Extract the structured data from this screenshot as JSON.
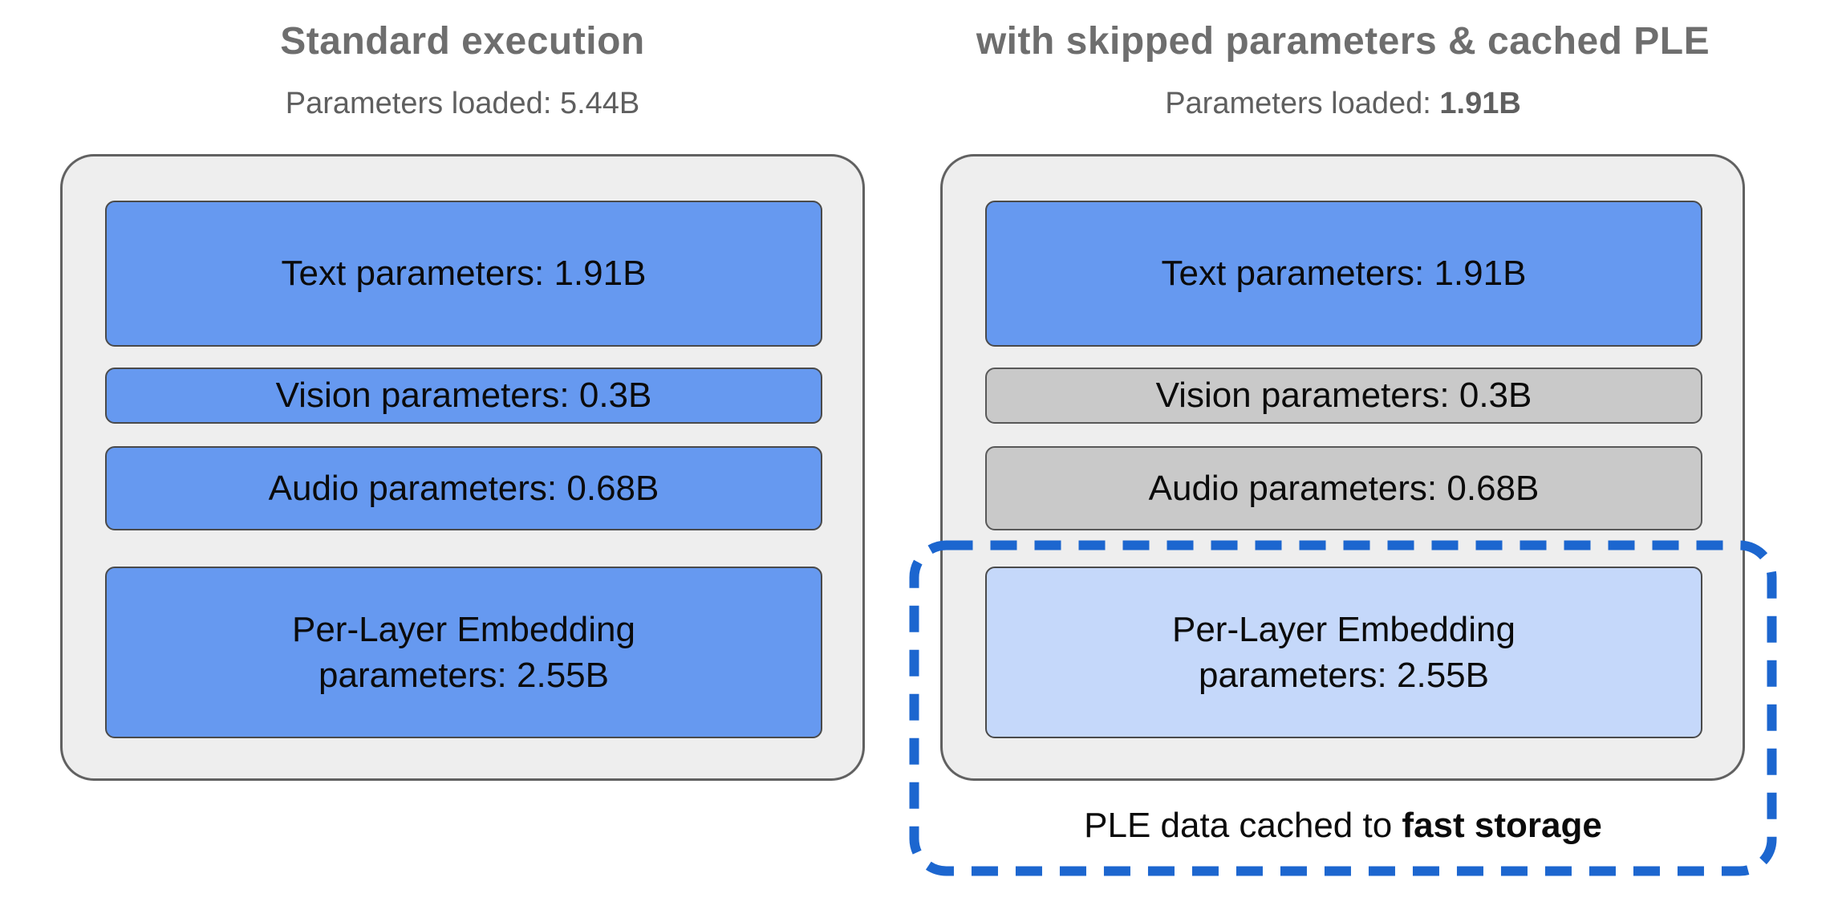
{
  "panels": [
    {
      "title": "Standard execution",
      "subtitle_prefix": "Parameters loaded: ",
      "subtitle_value": "5.44B",
      "boxes": [
        {
          "label": "Text parameters: 1.91B",
          "state": "loaded"
        },
        {
          "label": "Vision parameters: 0.3B",
          "state": "loaded"
        },
        {
          "label": "Audio parameters: 0.68B",
          "state": "loaded"
        },
        {
          "line1": "Per-Layer Embedding",
          "line2": "parameters: 2.55B",
          "state": "loaded"
        }
      ]
    },
    {
      "title": "with skipped parameters & cached PLE",
      "subtitle_prefix": "Parameters loaded: ",
      "subtitle_value": "1.91B",
      "boxes": [
        {
          "label": "Text parameters: 1.91B",
          "state": "loaded"
        },
        {
          "label": "Vision parameters: 0.3B",
          "state": "skipped"
        },
        {
          "label": "Audio parameters: 0.68B",
          "state": "skipped"
        },
        {
          "line1": "Per-Layer Embedding",
          "line2": "parameters: 2.55B",
          "state": "cached"
        }
      ],
      "caption_prefix": "PLE data cached to ",
      "caption_bold": "fast storage"
    }
  ],
  "colors": {
    "box_loaded_blue": "#6699f0",
    "box_skipped_gray": "#c9c9c9",
    "box_cached_lightblue": "#c5d8fa",
    "container_bg": "#eeeeee",
    "container_border": "#616161",
    "dashed_outline_blue": "#1c66cf",
    "title_gray": "#6e6e6e"
  }
}
